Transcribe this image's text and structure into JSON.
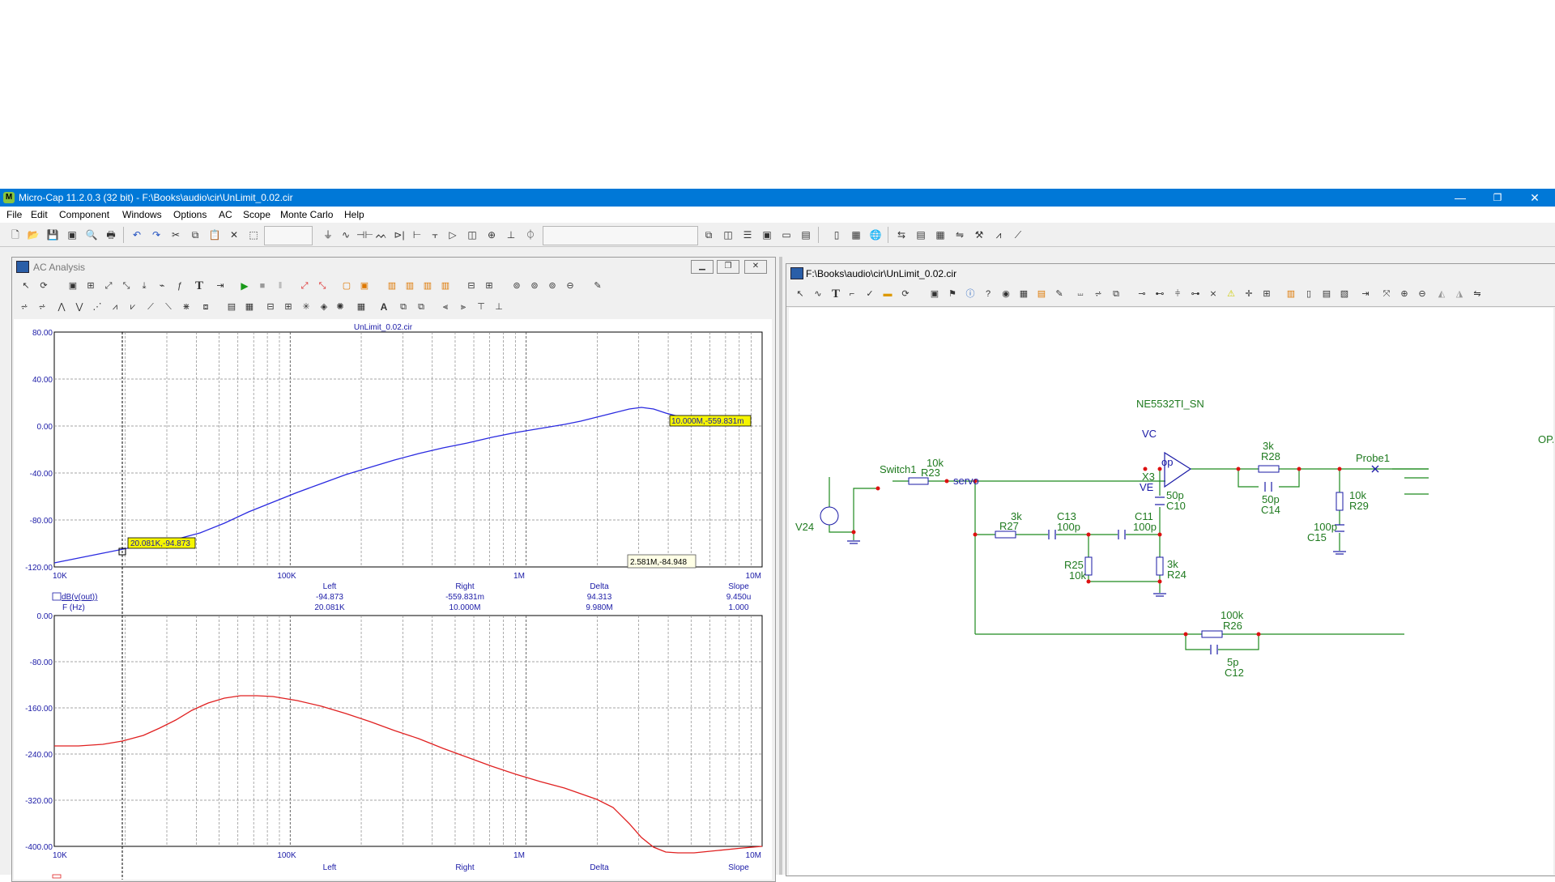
{
  "app": {
    "title": "Micro-Cap 11.2.0.3 (32 bit) - F:\\Books\\audio\\cir\\UnLimit_0.02.cir",
    "window_controls": {
      "minimize": "—",
      "restore": "❐",
      "close": "✕"
    }
  },
  "menu": [
    "File",
    "Edit",
    "Component",
    "Windows",
    "Options",
    "AC",
    "Scope",
    "Monte Carlo",
    "Help"
  ],
  "ac_window": {
    "title": "AC Analysis",
    "plot_title": "UnLimit_0.02.cir",
    "top_plot": {
      "y_ticks": [
        "80.00",
        "40.00",
        "0.00",
        "-40.00",
        "-80.00",
        "-120.00"
      ],
      "x_ticks": [
        "10K",
        "100K",
        "1M",
        "10M"
      ],
      "cursor_left_label": "20.081K,-94.873",
      "cursor_right_label": "10.000M,-559.831m",
      "tooltip_label": "2.581M,-84.948",
      "curve_color": "#2a2ae0"
    },
    "cursor_table": {
      "headers": [
        "Left",
        "Right",
        "Delta",
        "Slope"
      ],
      "row1_label": "dB(v(out))",
      "row1": [
        "-94.873",
        "-559.831m",
        "94.313",
        "9.450u"
      ],
      "row2_label": "F (Hz)",
      "row2": [
        "20.081K",
        "10.000M",
        "9.980M",
        "1.000"
      ]
    },
    "bottom_plot": {
      "y_ticks": [
        "0.00",
        "-80.00",
        "-160.00",
        "-240.00",
        "-320.00",
        "-400.00"
      ],
      "x_ticks": [
        "10K",
        "100K",
        "1M",
        "10M"
      ],
      "curve_color": "#e02020"
    },
    "bottom_headers": [
      "Left",
      "Right",
      "Delta",
      "Slope"
    ]
  },
  "schematic_window": {
    "title": "F:\\Books\\audio\\cir\\UnLimit_0.02.cir",
    "labels": {
      "opamp_model": "NE5532TI_SN",
      "vc": "VC",
      "ve": "VE",
      "op": "op",
      "x3": "X3",
      "switch": "Switch1",
      "r23_val": "10k",
      "r23": "R23",
      "servo": "servo",
      "v24": "V24",
      "r27_val": "3k",
      "r27": "R27",
      "c13": "C13",
      "c13_val": "100p",
      "c11": "C11",
      "c11_val": "100p",
      "c10_val": "50p",
      "c10": "C10",
      "r25": "R25",
      "r25_val": "10k",
      "r24_val": "3k",
      "r24": "R24",
      "r28_val": "3k",
      "r28": "R28",
      "c14_val": "50p",
      "c14": "C14",
      "r29_val": "10k",
      "r29": "R29",
      "c15_val": "100p",
      "c15": "C15",
      "probe": "Probe1",
      "opa": "OPA",
      "r26_val": "100k",
      "r26": "R26",
      "c12_val": "5p",
      "c12": "C12"
    }
  }
}
